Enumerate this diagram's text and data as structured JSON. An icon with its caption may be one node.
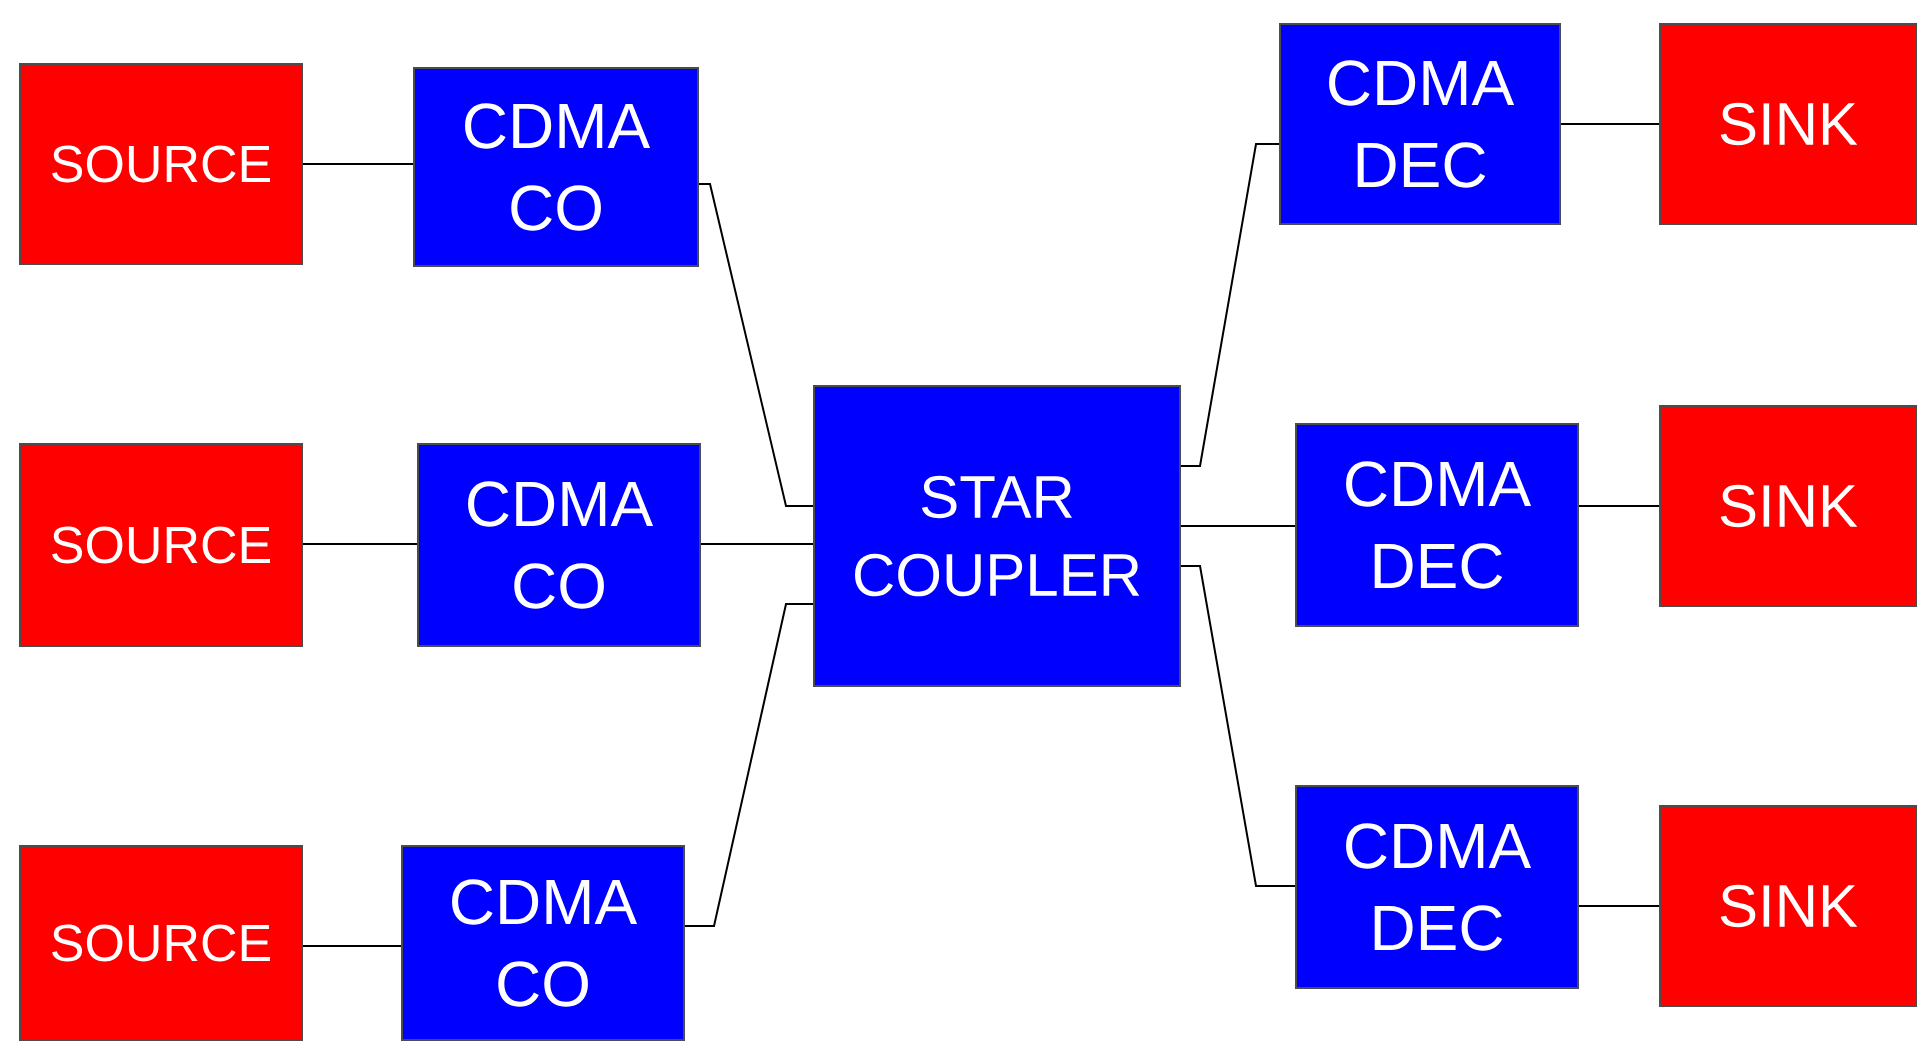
{
  "diagram": {
    "nodes": [
      {
        "text": [
          "SOURCE"
        ]
      },
      {
        "text": [
          "CDMA CO"
        ]
      },
      {
        "text": [
          "SOURCE"
        ]
      },
      {
        "text": [
          "CDMA CO"
        ]
      },
      {
        "text": [
          "SOURCE"
        ]
      },
      {
        "text": [
          "CDMA CO"
        ]
      },
      {
        "text": [
          "STAR COUPLER"
        ]
      },
      {
        "text": [
          "CDMA DEC"
        ]
      },
      {
        "text": [
          "SINK"
        ]
      },
      {
        "text": [
          "CDMA DEC"
        ]
      },
      {
        "text": [
          "SINK"
        ]
      },
      {
        "text": [
          "CDMA DEC"
        ]
      },
      {
        "text": [
          "SINK"
        ]
      }
    ],
    "edges": [
      {
        "from": 0,
        "to": 1,
        "arrow": "none"
      },
      {
        "from": 2,
        "to": 3,
        "arrow": "none"
      },
      {
        "from": 4,
        "to": 5,
        "arrow": "none"
      },
      {
        "from": 1,
        "to": 6,
        "arrow": "none"
      },
      {
        "from": 3,
        "to": 6,
        "arrow": "none"
      },
      {
        "from": 5,
        "to": 6,
        "arrow": "none"
      },
      {
        "from": 6,
        "to": 7,
        "arrow": "none"
      },
      {
        "from": 6,
        "to": 9,
        "arrow": "none"
      },
      {
        "from": 6,
        "to": 11,
        "arrow": "none"
      },
      {
        "from": 7,
        "to": 8,
        "arrow": "none"
      },
      {
        "from": 9,
        "to": 10,
        "arrow": "none"
      },
      {
        "from": 11,
        "to": 12,
        "arrow": "none"
      }
    ]
  }
}
